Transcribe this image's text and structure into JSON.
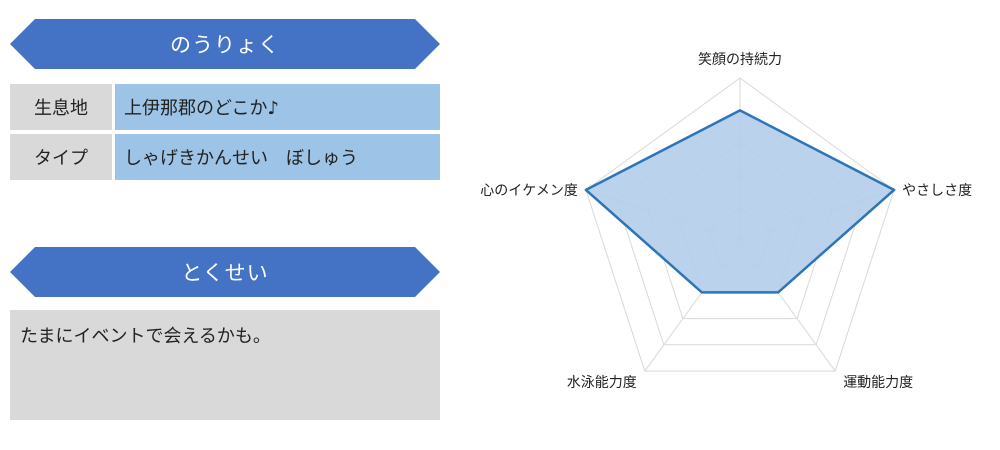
{
  "ability": {
    "heading": "のうりょく",
    "rows": [
      {
        "key": "生息地",
        "value": "上伊那郡のどこか♪"
      },
      {
        "key": "タイプ",
        "value": "しゃげきかんせい　ぼしゅう"
      }
    ]
  },
  "trait": {
    "heading": "とくせい",
    "text": "たまにイベントで会えるかも。"
  },
  "chart_data": {
    "type": "radar",
    "axes": [
      "笑顔の持続力",
      "やさしさ度",
      "運動能力度",
      "水泳能力度",
      "心のイケメン度"
    ],
    "values": [
      4,
      5,
      2,
      2,
      5
    ],
    "range": [
      0,
      5
    ],
    "rings": 5,
    "fill_color": "#b4cdea",
    "line_color": "#2e75b6",
    "grid_color": "#d9d9d9"
  }
}
